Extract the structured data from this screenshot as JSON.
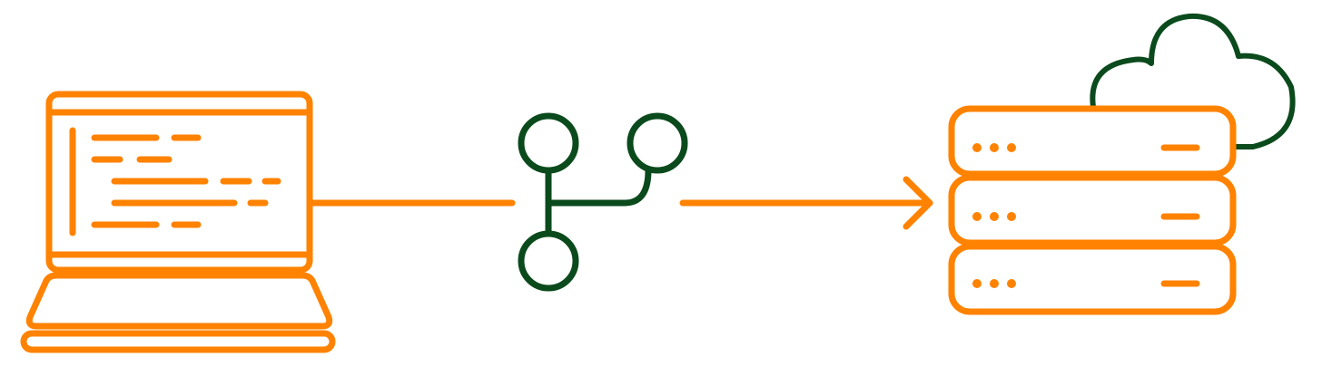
{
  "colors": {
    "primary": "#ff8200",
    "secondary": "#0b4a1c",
    "background": "#ffffff"
  },
  "diagram": {
    "nodes": [
      {
        "id": "laptop",
        "icon": "laptop-code-icon"
      },
      {
        "id": "branch",
        "icon": "git-branch-icon"
      },
      {
        "id": "server",
        "icon": "server-stack-icon"
      },
      {
        "id": "cloud",
        "icon": "cloud-icon"
      }
    ],
    "edges": [
      {
        "from": "laptop",
        "to": "branch",
        "style": "line"
      },
      {
        "from": "branch",
        "to": "server",
        "style": "arrow"
      }
    ],
    "server_units": 3
  }
}
